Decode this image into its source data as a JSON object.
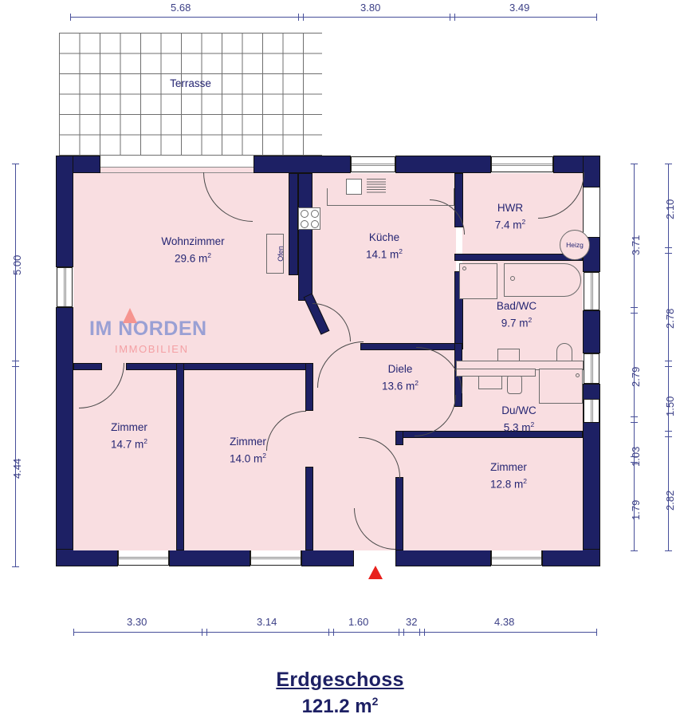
{
  "plan": {
    "title": "Erdgeschoss",
    "total_area": "121.2 m",
    "total_area_sup": "2",
    "terrace_label": "Terrasse",
    "heating_label": "Heizg",
    "oven_label": "Ofen"
  },
  "logo": {
    "main": "IM NORDEN",
    "sub": "IMMOBILIEN"
  },
  "rooms": [
    {
      "name": "Wohnzimmer",
      "area": "29.6 m",
      "sup": "2"
    },
    {
      "name": "Küche",
      "area": "14.1 m",
      "sup": "2"
    },
    {
      "name": "HWR",
      "area": "7.4 m",
      "sup": "2"
    },
    {
      "name": "Bad/WC",
      "area": "9.7 m",
      "sup": "2"
    },
    {
      "name": "Diele",
      "area": "13.6 m",
      "sup": "2"
    },
    {
      "name": "Du/WC",
      "area": "5.3 m",
      "sup": "2"
    },
    {
      "name": "Zimmer",
      "area": "14.7 m",
      "sup": "2"
    },
    {
      "name": "Zimmer",
      "area": "14.0 m",
      "sup": "2"
    },
    {
      "name": "Zimmer",
      "area": "12.8 m",
      "sup": "2"
    }
  ],
  "dimensions": {
    "top": [
      "5.68",
      "3.80",
      "3.49"
    ],
    "bottom": [
      "3.30",
      "3.14",
      "1.60",
      "32",
      "4.38"
    ],
    "left": [
      "5.00",
      "4.44"
    ],
    "right_inner": [
      "3.71",
      "2.79",
      "1.03",
      "1.79"
    ],
    "right_outer": [
      "2.10",
      "2.78",
      "1.50",
      "2.82"
    ]
  },
  "colors": {
    "wall": "#1d2064",
    "room_fill": "#f9dee1",
    "text": "#262673",
    "dimension": "#474f9a",
    "entry_marker": "#e8201c",
    "logo_main": "#9aa0d4",
    "logo_sub": "#f4a0a4"
  }
}
